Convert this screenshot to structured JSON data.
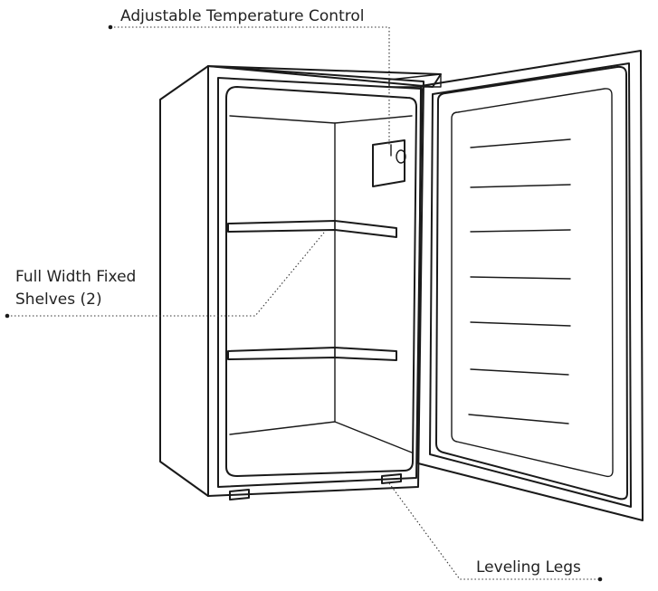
{
  "labels": {
    "temperature_control": "Adjustable Temperature Control",
    "shelves_line1": "Full Width Fixed",
    "shelves_line2": "Shelves (2)",
    "leveling_legs": "Leveling Legs"
  },
  "colors": {
    "line": "#1a1a1a",
    "text": "#222222",
    "background": "#ffffff"
  }
}
